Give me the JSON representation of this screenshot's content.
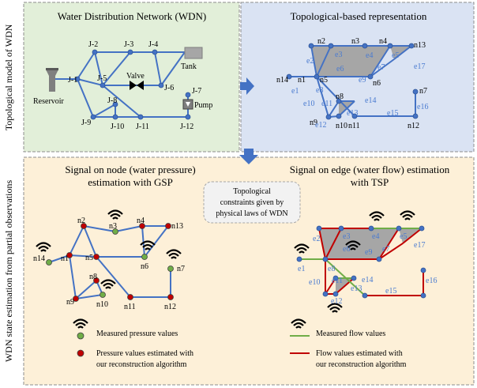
{
  "side_labels": {
    "top": "Topological model of WDN",
    "bottom": "WDN state estimation from partial observations"
  },
  "panels": {
    "wdn": {
      "title": "Water Distribution Network (WDN)",
      "junctions": [
        "J-1",
        "J-2",
        "J-3",
        "J-4",
        "J-5",
        "J-6",
        "J-7",
        "J-8",
        "J-9",
        "J-10",
        "J-11",
        "J-12"
      ],
      "reservoir_label": "Reservoir",
      "tank_label": "Tank",
      "valve_label": "Valve",
      "pump_label": "Pump"
    },
    "topo": {
      "title": "Topological-based representation",
      "nodes": [
        "n1",
        "n2",
        "n3",
        "n4",
        "n5",
        "n6",
        "n7",
        "n8",
        "n9",
        "n10",
        "n11",
        "n12",
        "n13",
        "n14"
      ],
      "edges": [
        "e1",
        "e2",
        "e3",
        "e4",
        "e5",
        "e6",
        "e7",
        "e8",
        "e9",
        "e10",
        "e11",
        "e12",
        "e13",
        "e14",
        "e15",
        "e16",
        "e17"
      ]
    },
    "gsp": {
      "title_line1": "Signal on node (water pressure)",
      "title_line2": "estimation with GSP",
      "legend_wifi": "Measured pressure values",
      "legend_red_line1": "Pressure values estimated  with",
      "legend_red_line2": "our reconstruction algorithm"
    },
    "constraint": {
      "line1": "Topological",
      "line2": "constraints given by",
      "line3": "physical laws of WDN"
    },
    "tsp": {
      "title_line1": "Signal on edge (water flow) estimation",
      "title_line2": "with TSP",
      "legend_green": "Measured flow values",
      "legend_red_line1": "Flow values estimated  with",
      "legend_red_line2": "our reconstruction algorithm"
    }
  },
  "colors": {
    "wdn_panel_bg": "#e2efd9",
    "topo_panel_bg": "#dae3f3",
    "bottom_panel_bg": "#fdf0d8",
    "node_blue": "#4472c4",
    "measured_green": "#70ad47",
    "estimated_red": "#c00000",
    "gray_fill": "#a6a6a6"
  }
}
